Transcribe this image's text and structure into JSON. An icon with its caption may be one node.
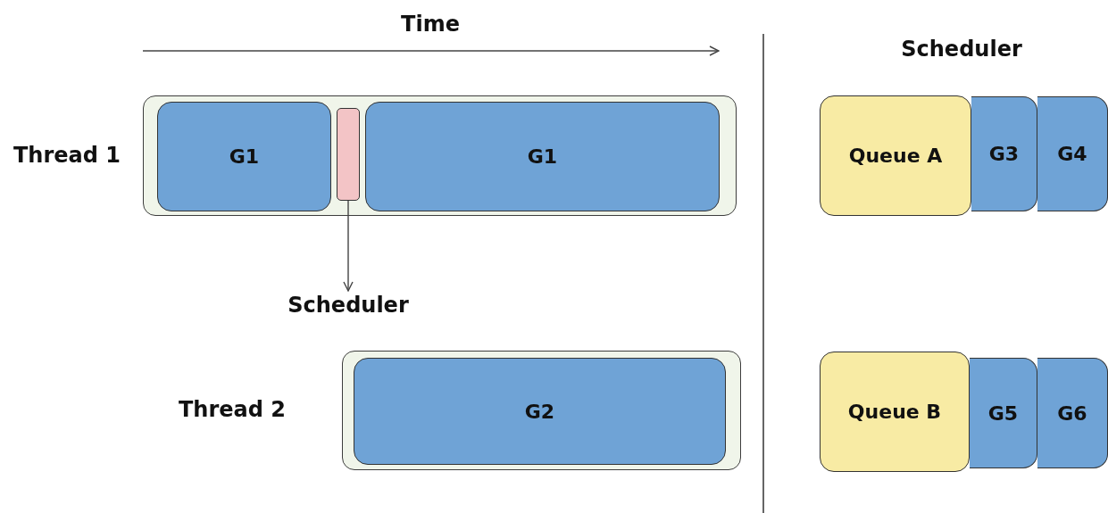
{
  "diagram": {
    "nodes": [
      {
        "text": [
          "Thread 1"
        ]
      },
      {
        "text": [
          "G1"
        ],
        "in": 0
      },
      {
        "text": [],
        "shape": "bar",
        "in": 0
      },
      {
        "text": [
          "G1"
        ],
        "in": 0
      },
      {
        "text": [
          "Scheduler"
        ]
      },
      {
        "text": [
          "Thread 2"
        ]
      },
      {
        "text": [
          "G2"
        ],
        "in": 5
      },
      {
        "text": [
          "Queue A"
        ]
      },
      {
        "text": [
          "G3"
        ]
      },
      {
        "text": [
          "G4"
        ]
      },
      {
        "text": [
          "Queue B"
        ]
      },
      {
        "text": [
          "G5"
        ]
      },
      {
        "text": [
          "G6"
        ]
      }
    ],
    "edges": [
      {
        "from": 2,
        "to": 4,
        "arrow": "to"
      }
    ],
    "labels": [
      "Time",
      "Scheduler"
    ]
  }
}
